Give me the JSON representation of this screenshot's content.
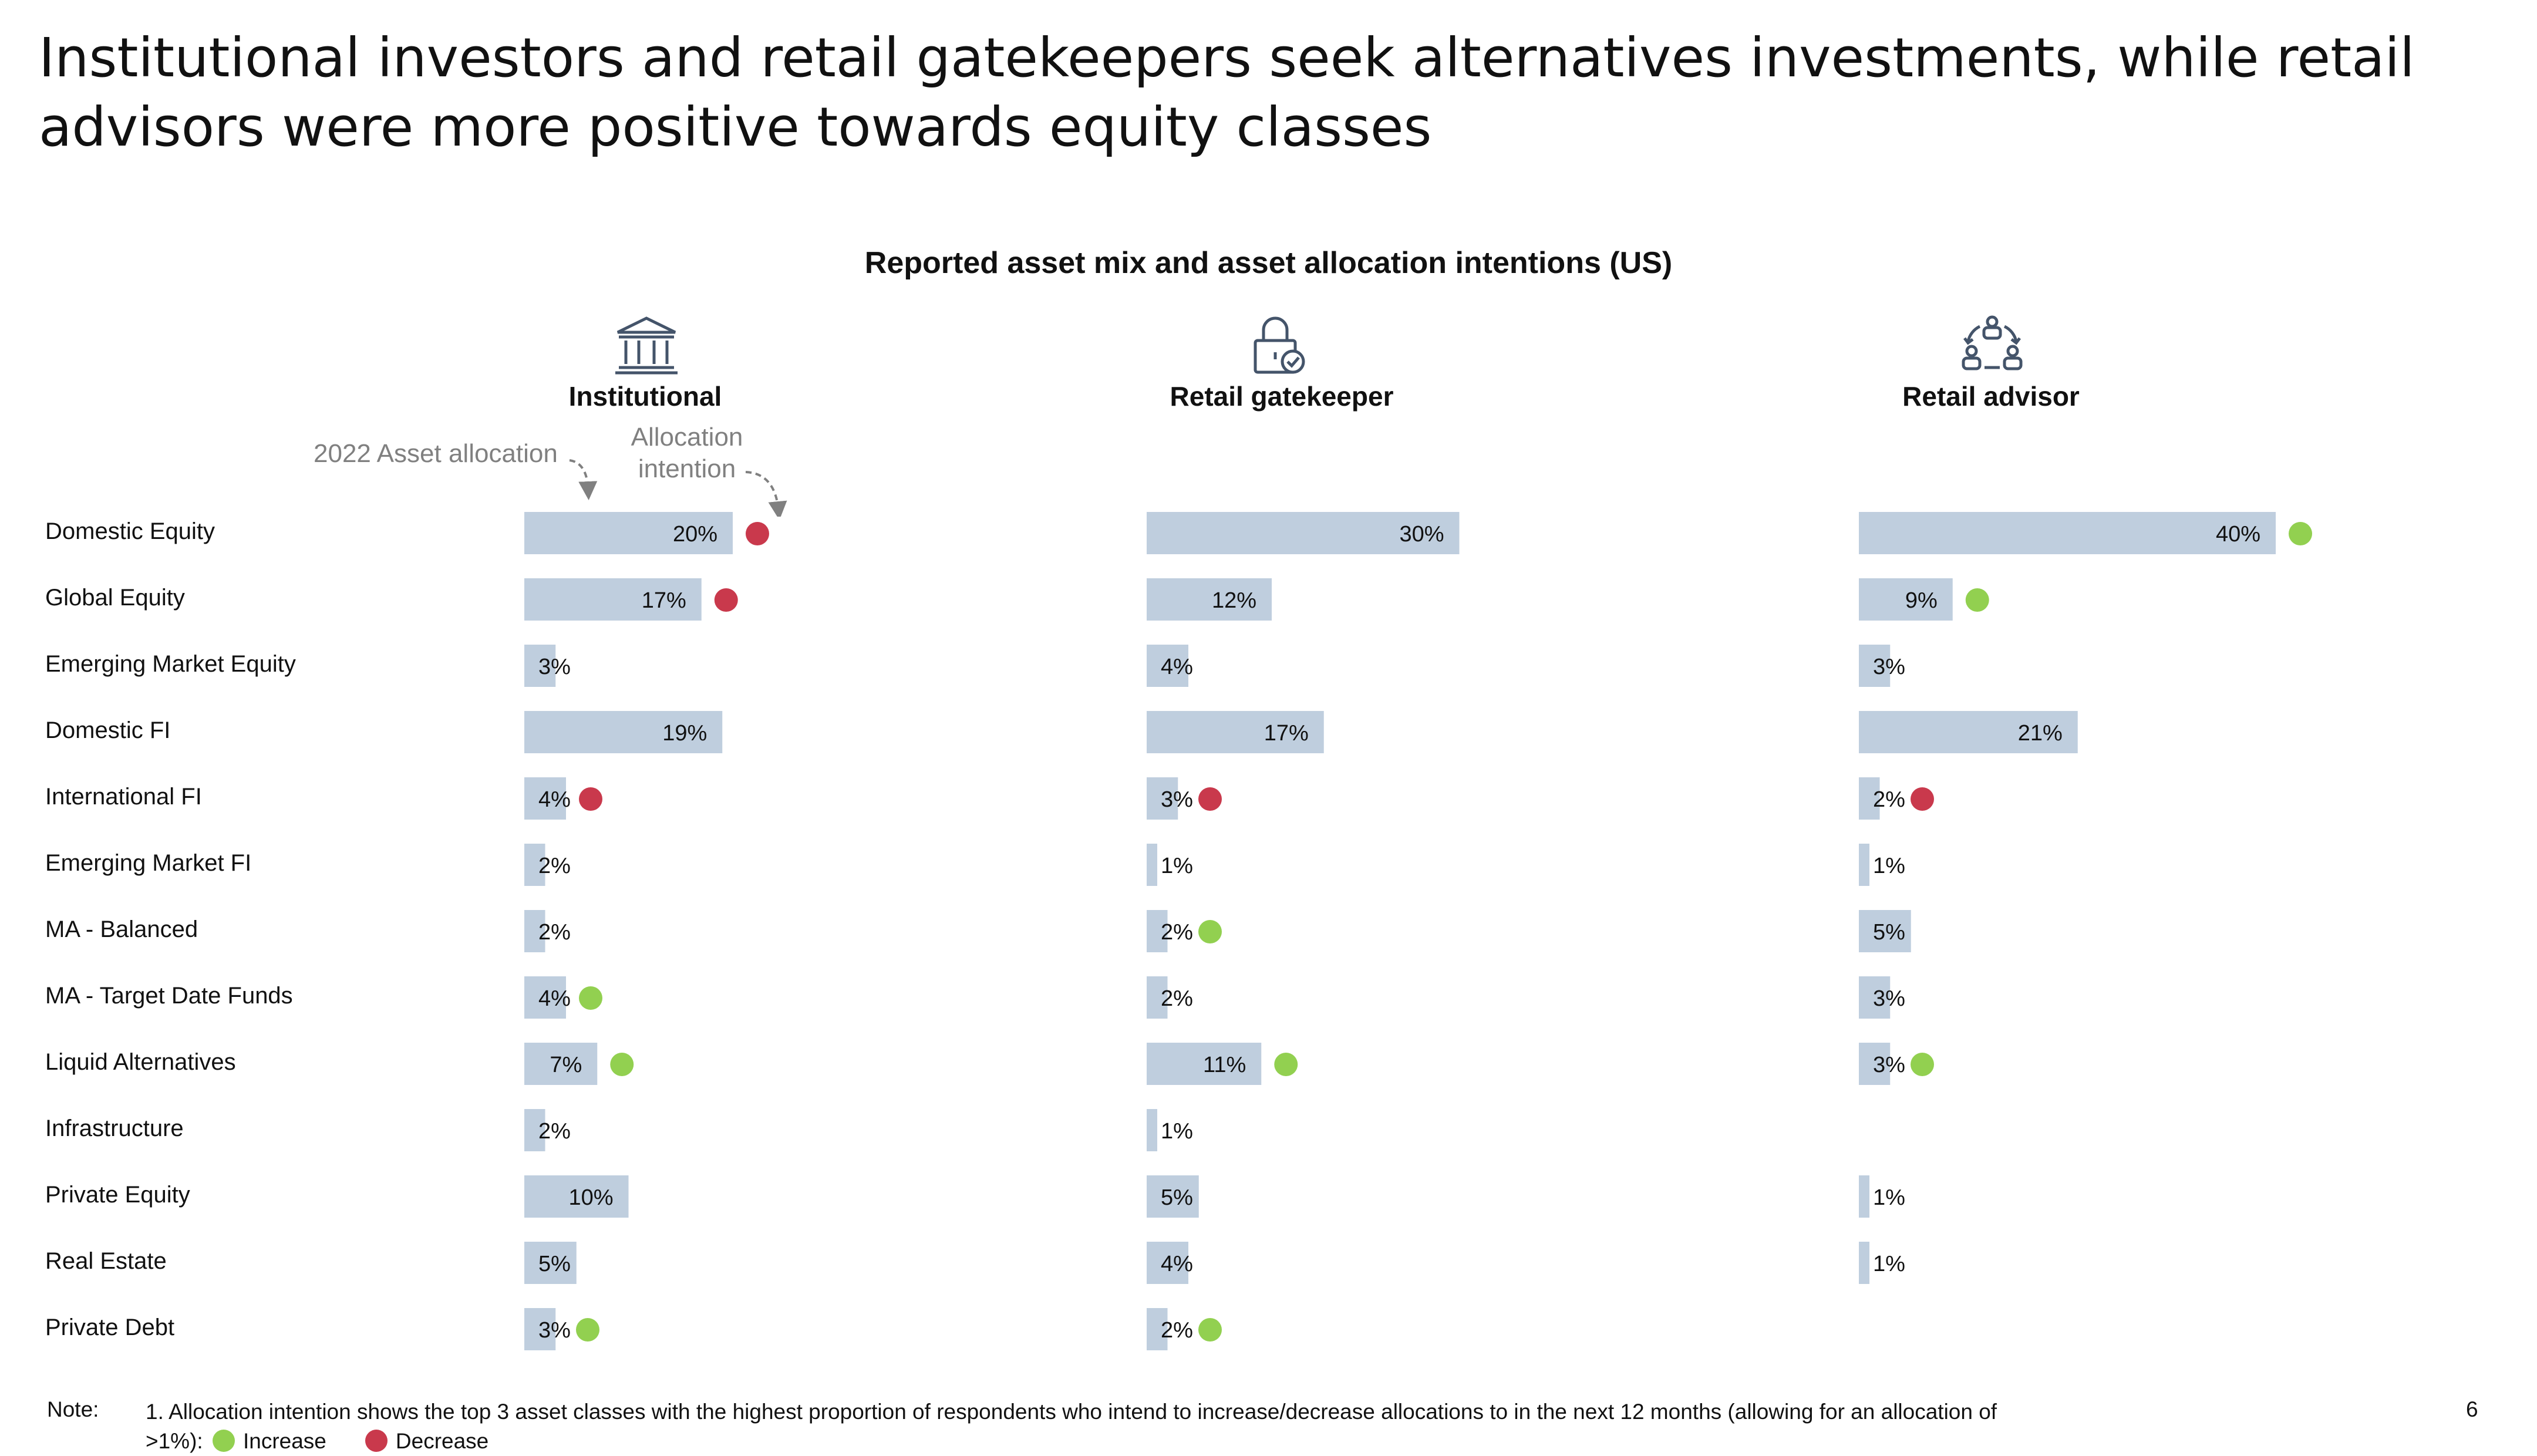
{
  "title": "Institutional investors and retail gatekeepers seek alternatives investments, while retail advisors were more positive towards equity classes",
  "annotations": {
    "asset_allocation": "2022 Asset allocation",
    "allocation_intention_1": "Allocation",
    "allocation_intention_2": "intention"
  },
  "colors": {
    "bar": "#BFCEDE",
    "increase": "#92D050",
    "decrease": "#C9394C",
    "icon": "#44546A",
    "annotation": "#808080"
  },
  "chart_data": {
    "type": "bar",
    "orientation": "horizontal",
    "title": "Reported asset mix and asset allocation intentions (US)",
    "categories": [
      "Domestic Equity",
      "Global Equity",
      "Emerging Market Equity",
      "Domestic FI",
      "International FI",
      "Emerging Market FI",
      "MA - Balanced",
      "MA - Target Date Funds",
      "Liquid Alternatives",
      "Infrastructure",
      "Private Equity",
      "Real Estate",
      "Private Debt"
    ],
    "value_unit": "%",
    "series": [
      {
        "name": "Institutional",
        "icon": "bank-building-icon",
        "values": [
          20,
          17,
          3,
          19,
          4,
          2,
          2,
          4,
          7,
          2,
          10,
          5,
          3
        ],
        "intentions": [
          "decrease",
          "decrease",
          null,
          null,
          "decrease",
          null,
          null,
          "increase",
          "increase",
          null,
          null,
          null,
          "increase"
        ]
      },
      {
        "name": "Retail gatekeeper",
        "icon": "padlock-check-icon",
        "values": [
          30,
          12,
          4,
          17,
          3,
          1,
          2,
          2,
          11,
          1,
          5,
          4,
          2
        ],
        "intentions": [
          null,
          null,
          null,
          null,
          "decrease",
          null,
          "increase",
          null,
          "increase",
          null,
          null,
          null,
          "increase"
        ]
      },
      {
        "name": "Retail advisor",
        "icon": "people-network-icon",
        "values": [
          40,
          9,
          3,
          21,
          2,
          1,
          5,
          3,
          3,
          null,
          1,
          1,
          null
        ],
        "intentions": [
          "increase",
          "increase",
          null,
          null,
          "decrease",
          null,
          null,
          null,
          "increase",
          null,
          null,
          null,
          null
        ]
      }
    ]
  },
  "note": {
    "label": "Note:",
    "text": "1. Allocation intention shows the top 3 asset classes with the highest proportion of respondents who intend to increase/decrease allocations to in the next 12 months (allowing for an allocation of >1%):",
    "legend_increase": "Increase",
    "legend_decrease": "Decrease"
  },
  "page_number": "6"
}
